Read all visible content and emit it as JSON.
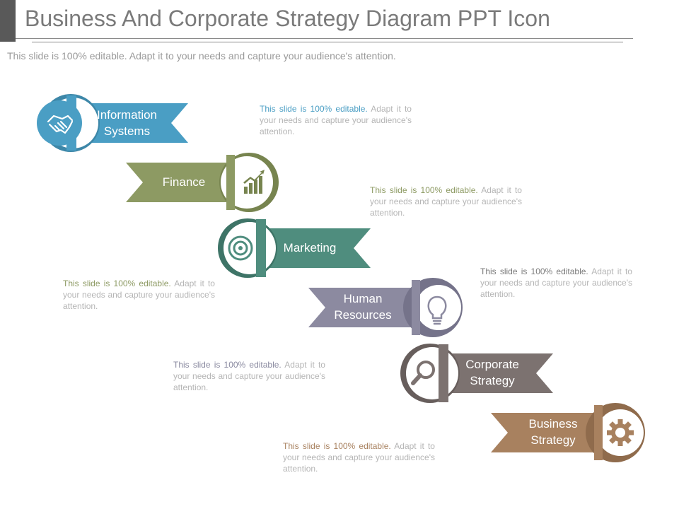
{
  "slide": {
    "title": "Business And Corporate Strategy Diagram PPT Icon",
    "subtitle": "This slide is 100% editable. Adapt it to your needs and capture your audience's attention."
  },
  "steps": [
    {
      "label_line1": "Information",
      "label_line2": "Systems",
      "icon": "handshake-icon",
      "color": "#4a9ec4",
      "desc_lead": "This slide is 100% editable.",
      "desc_rest": " Adapt it to your needs and capture your audience's attention."
    },
    {
      "label_line1": "Finance",
      "label_line2": "",
      "icon": "growth-chart-icon",
      "color": "#8d9a63",
      "desc_lead": "This slide is 100% editable.",
      "desc_rest": " Adapt it to your needs and capture your audience's attention."
    },
    {
      "label_line1": "Marketing",
      "label_line2": "",
      "icon": "target-icon",
      "color": "#4f8d7e",
      "desc_lead": "This slide is 100% editable.",
      "desc_rest": " Adapt it to your needs and capture your audience's attention."
    },
    {
      "label_line1": "Human",
      "label_line2": "Resources",
      "icon": "lightbulb-icon",
      "color": "#8c8aa0",
      "desc_lead": "This slide is 100% editable.",
      "desc_rest": " Adapt it to your needs and capture your audience's attention."
    },
    {
      "label_line1": "Corporate",
      "label_line2": "Strategy",
      "icon": "magnifier-icon",
      "color": "#7c7270",
      "desc_lead": "This slide is 100% editable.",
      "desc_rest": " Adapt it to your needs and capture your audience's attention."
    },
    {
      "label_line1": "Business",
      "label_line2": "Strategy",
      "icon": "gear-icon",
      "color": "#a8815f",
      "desc_lead": "This slide is 100% editable.",
      "desc_rest": " Adapt it to your needs and capture your audience's attention."
    }
  ]
}
